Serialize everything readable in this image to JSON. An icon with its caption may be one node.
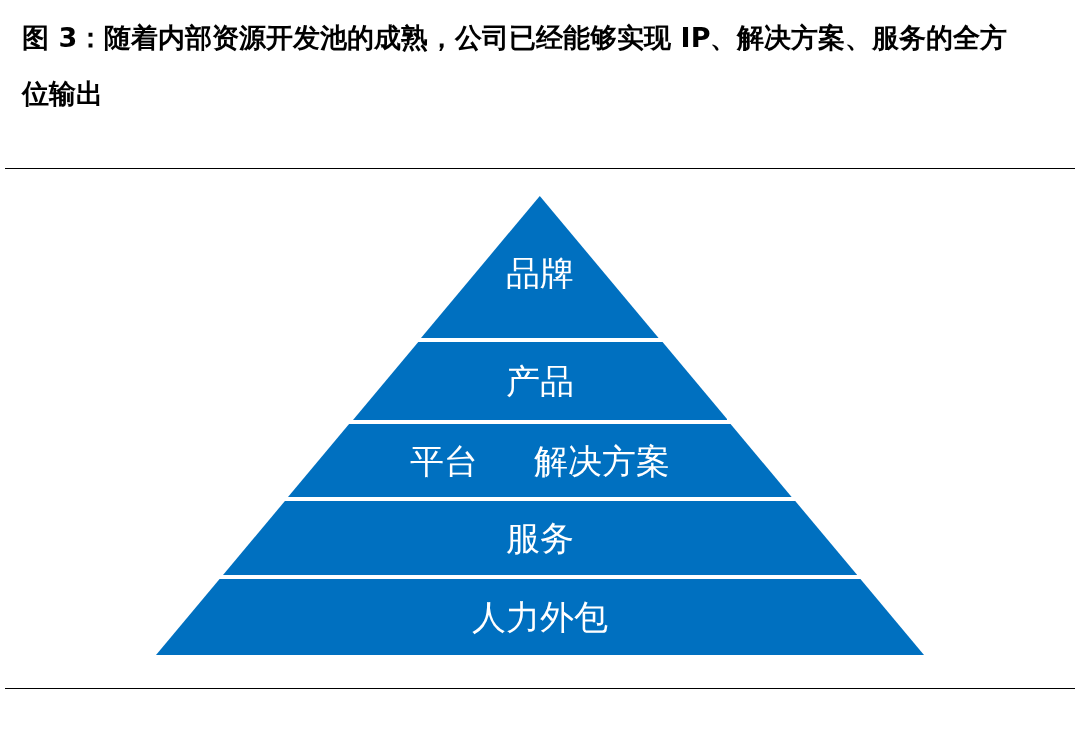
{
  "diagram": {
    "title": "图 3：随着内部资源开发池的成熟，公司已经能够实现 IP、解决方案、服务的全方位输出",
    "nodes": [
      {
        "text": [
          "品牌"
        ]
      },
      {
        "text": [
          "产品"
        ]
      },
      {
        "text": [
          "平台",
          "解决方案"
        ]
      },
      {
        "text": [
          "服务"
        ]
      },
      {
        "text": [
          "人力外包"
        ]
      }
    ]
  }
}
